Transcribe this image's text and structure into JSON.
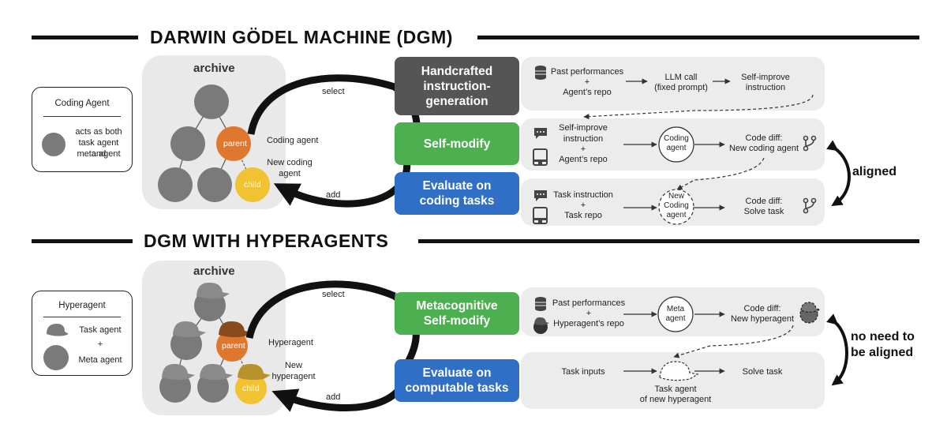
{
  "top": {
    "title": "DARWIN GÖDEL MACHINE (DGM)",
    "legend": {
      "title": "Coding Agent",
      "desc_1": "acts as both",
      "desc_2": "task agent and",
      "desc_3": "meta agent"
    },
    "archive_label": "archive",
    "parent_label": "parent",
    "child_label": "child",
    "select_label": "select",
    "add_label": "add",
    "agent_label": "Coding agent",
    "new_agent_label_1": "New coding",
    "new_agent_label_2": "agent",
    "box_instr": "Handcrafted instruction-generation",
    "box_instr_1": "Handcrafted",
    "box_instr_2": "instruction-",
    "box_instr_3": "generation",
    "box_modify": "Self-modify",
    "box_eval_1": "Evaluate on",
    "box_eval_2": "coding tasks",
    "row1": {
      "in_1": "Past performances",
      "in_plus": "+",
      "in_2": "Agent’s repo",
      "mid_1": "LLM call",
      "mid_2": "(fixed prompt)",
      "out_1": "Self-improve",
      "out_2": "instruction"
    },
    "row2": {
      "in_1": "Self-improve",
      "in_2": "instruction",
      "in_plus": "+",
      "in_3": "Agent’s repo",
      "node_1": "Coding",
      "node_2": "agent",
      "out_1": "Code diff:",
      "out_2": "New coding agent"
    },
    "row3": {
      "in_1": "Task instruction",
      "in_plus": "+",
      "in_2": "Task repo",
      "node_1": "New",
      "node_2": "Coding",
      "node_3": "agent",
      "out_1": "Code diff:",
      "out_2": "Solve task"
    },
    "aligned_label": "aligned"
  },
  "bottom": {
    "title": "DGM WITH HYPERAGENTS",
    "legend": {
      "title": "Hyperagent",
      "task": "Task agent",
      "plus": "+",
      "meta": "Meta agent"
    },
    "archive_label": "archive",
    "parent_label": "parent",
    "child_label": "child",
    "select_label": "select",
    "add_label": "add",
    "agent_label": "Hyperagent",
    "new_agent_label_1": "New",
    "new_agent_label_2": "hyperagent",
    "box_meta_1": "Metacognitive",
    "box_meta_2": "Self-modify",
    "box_eval_1": "Evaluate on",
    "box_eval_2": "computable tasks",
    "row1": {
      "in_1": "Past performances",
      "in_plus": "+",
      "in_2": "Hyperagent’s repo",
      "node_1": "Meta",
      "node_2": "agent",
      "out_1": "Code diff:",
      "out_2": "New hyperagent"
    },
    "row2": {
      "in_1": "Task inputs",
      "node_1": "Task agent",
      "node_2": "of new hyperagent",
      "out_1": "Solve task"
    },
    "aligned_label_1": "no need to",
    "aligned_label_2": "be aligned"
  },
  "colors": {
    "dark_box": "#555555",
    "green_box": "#4caf50",
    "blue_box": "#2f6fc6",
    "parent": "#e0772e",
    "child": "#f1c232",
    "agent_gray": "#7a7a7a"
  }
}
